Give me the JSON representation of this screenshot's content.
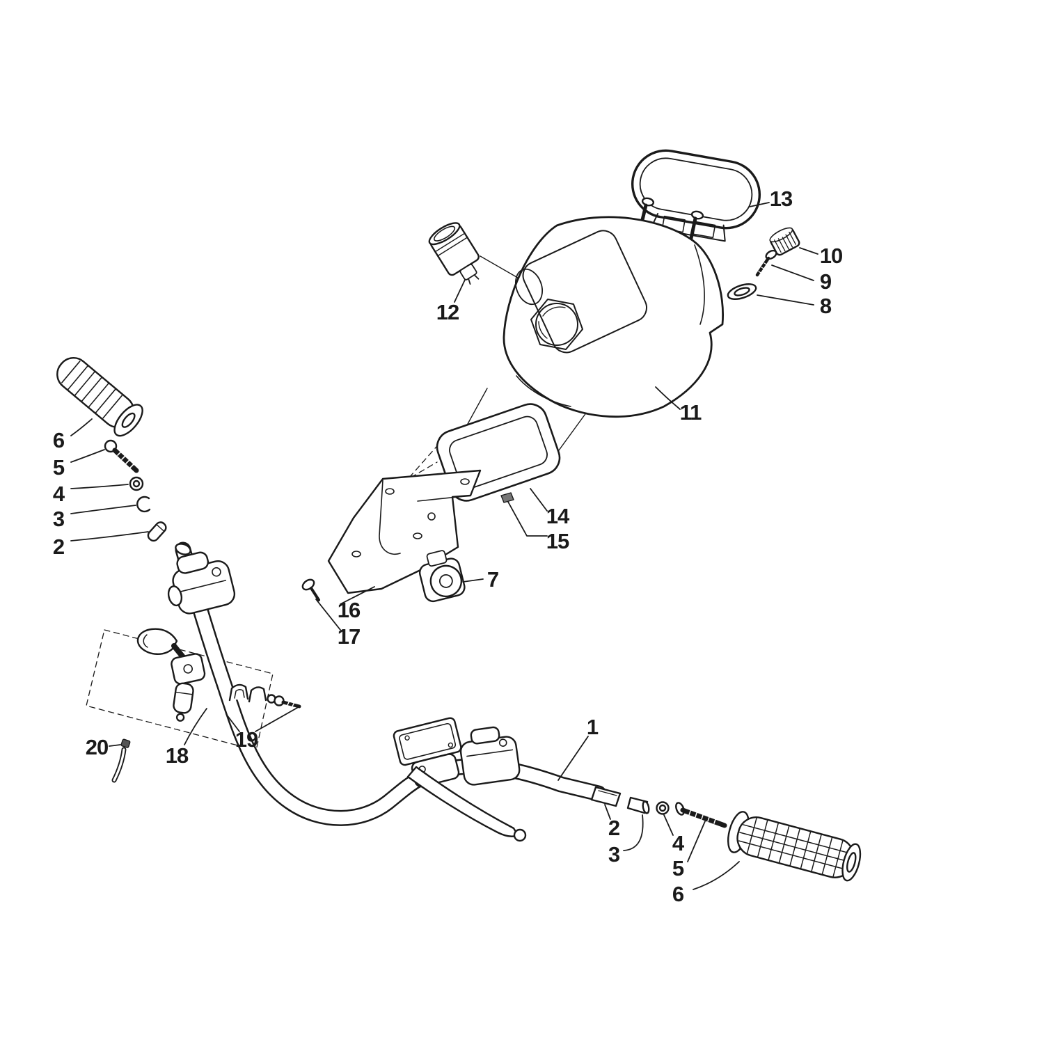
{
  "colors": {
    "ink": "#1a1a1a",
    "background": "#ffffff"
  },
  "callouts": {
    "p1": "1",
    "p2_left": "2",
    "p3_left": "3",
    "p4_left": "4",
    "p5_left": "5",
    "p6_left": "6",
    "p2_right": "2",
    "p3_right": "3",
    "p4_right": "4",
    "p5_right": "5",
    "p6_right": "6",
    "p7": "7",
    "p8": "8",
    "p9": "9",
    "p10": "10",
    "p11": "11",
    "p12": "12",
    "p13": "13",
    "p14": "14",
    "p15": "15",
    "p16": "16",
    "p17": "17",
    "p18": "18",
    "p19": "19",
    "p20": "20"
  }
}
